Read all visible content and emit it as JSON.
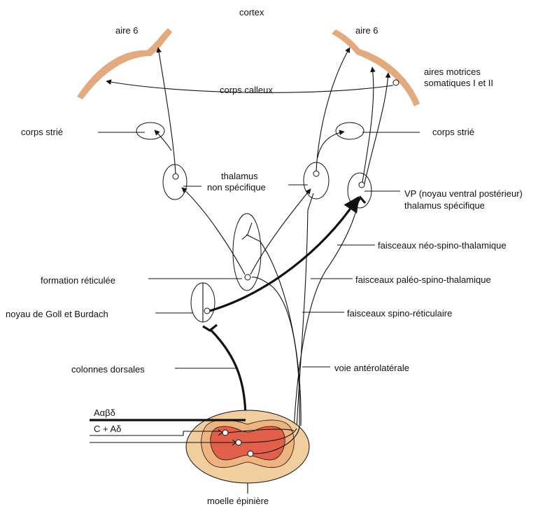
{
  "colors": {
    "cortex_band": "#E2AA7E",
    "cord_outer": "#F2CD9E",
    "cord_mid": "#EDB47F",
    "cord_inner": "#E2604A",
    "line": "#111111"
  },
  "labels": {
    "cortex": "cortex",
    "aire6_left": "aire 6",
    "aire6_right": "aire 6",
    "aires_motrices_1": "aires motrices",
    "aires_motrices_2": "somatiques I et II",
    "corps_calleux": "corps calleux",
    "corps_strie_left": "corps strié",
    "corps_strie_right": "corps strié",
    "thalamus_1": "thalamus",
    "thalamus_2": "non spécifique",
    "vp_1": "VP (noyau ventral postérieur)",
    "vp_2": "thalamus spécifique",
    "neo_spino": "faisceaux néo-spino-thalamique",
    "formation_reticulee": "formation réticulée",
    "paleo_spino": "faisceaux paléo-spino-thalamique",
    "goll_burdach": "noyau de Goll et Burdach",
    "spino_reticulaire": "faisceaux spino-réticulaire",
    "colonnes_dorsales": "colonnes dorsales",
    "voie_anterolaterale": "voie antérolatérale",
    "a_alpha_beta_delta": "Aαβδ",
    "c_a_delta": "C + Aδ",
    "moelle": "moelle épinière"
  }
}
